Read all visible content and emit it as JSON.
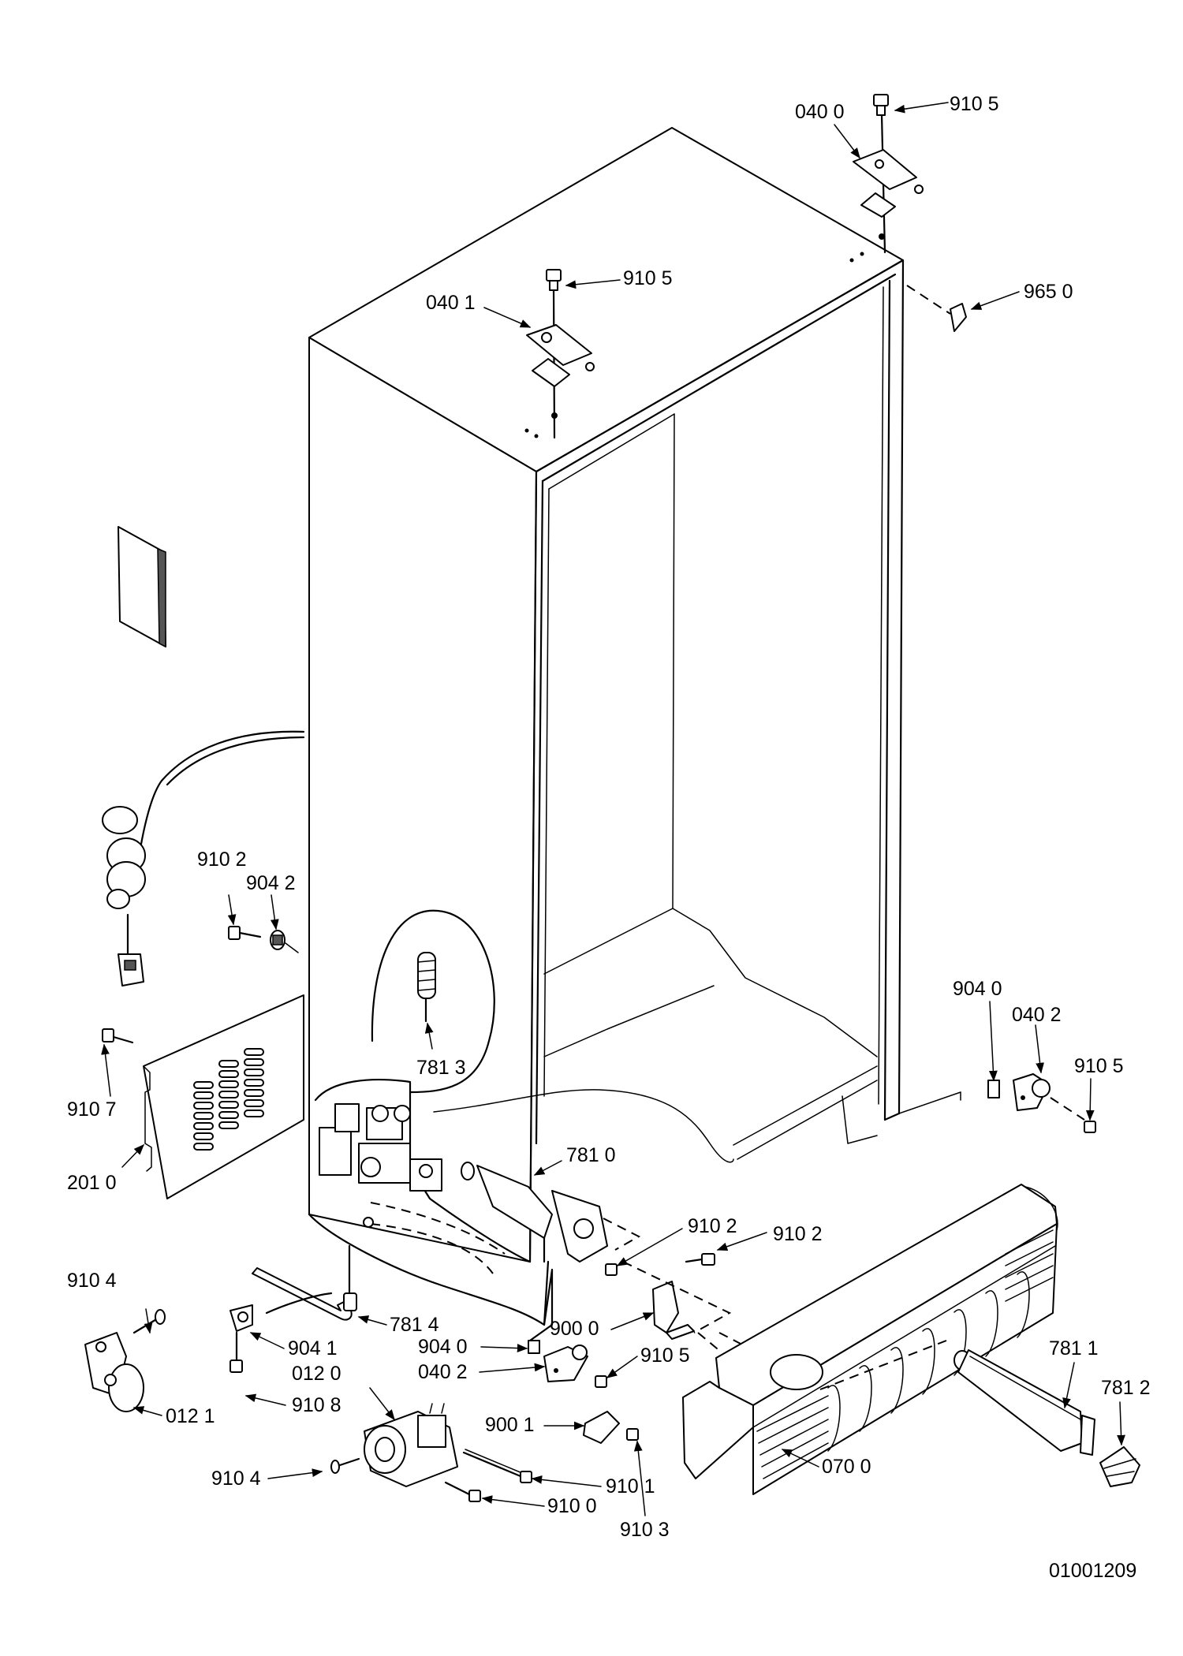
{
  "document_number": "01001209",
  "labels": {
    "c0400": "040 0",
    "c9105_top": "910 5",
    "c0401": "040 1",
    "c9105_mid": "910 5",
    "c9650": "965 0",
    "c9102_left": "910 2",
    "c9042": "904 2",
    "c9107": "910 7",
    "c2010": "201 0",
    "c7813": "781 3",
    "c9040_right": "904 0",
    "c0402_right": "040 2",
    "c9105_right": "910 5",
    "c7810": "781 0",
    "c9102_a": "910 2",
    "c9102_b": "910 2",
    "c9104_top": "910 4",
    "c7814": "781 4",
    "c9041": "904 1",
    "c0120": "012 0",
    "c9108": "910 8",
    "c0121": "012 1",
    "c9000": "900 0",
    "c9040_low": "904 0",
    "c0402_low": "040 2",
    "c9105_low": "910 5",
    "c9001": "900 1",
    "c9101": "910 1",
    "c9100": "910 0",
    "c9103": "910 3",
    "c9104_low": "910 4",
    "c0700": "070 0",
    "c7811": "781 1",
    "c7812": "781 2"
  }
}
